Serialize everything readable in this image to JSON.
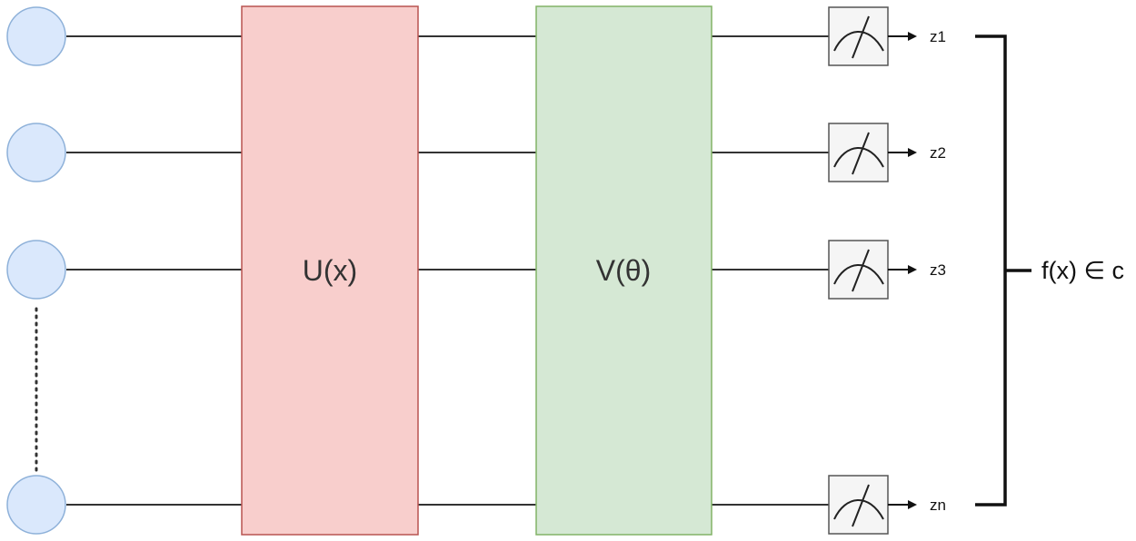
{
  "gates": {
    "encoding_label": "U(x)",
    "variational_label": "V(θ)"
  },
  "outputs": {
    "z1": "z1",
    "z2": "z2",
    "z3": "z3",
    "zn": "zn"
  },
  "result": {
    "label": "f(x) ∈ c"
  },
  "colors": {
    "qubit_fill": "#dae8fc",
    "encoding_gate_fill": "#f8cecc",
    "variational_gate_fill": "#d5e8d4",
    "meter_fill": "#f5f5f5"
  },
  "icons": {
    "measurement": "meter-icon",
    "qubit": "circle"
  }
}
